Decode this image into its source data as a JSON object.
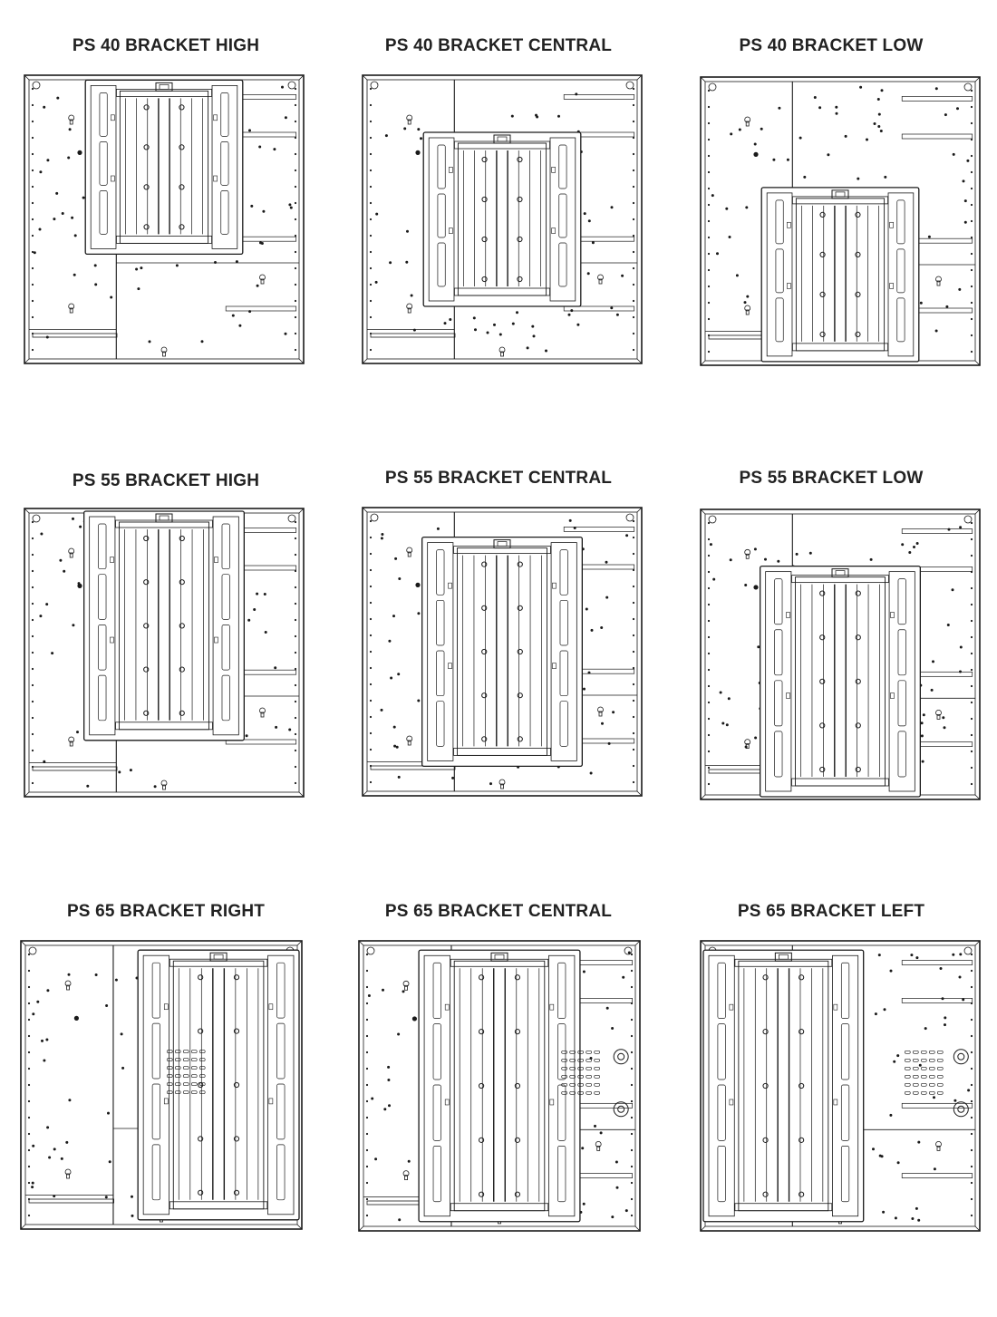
{
  "grid": {
    "panels": [
      {
        "title": "PS 40 BRACKET HIGH",
        "model": "PS 40",
        "position": "high",
        "size": "s",
        "bx": 0.5,
        "by": 0.05
      },
      {
        "title": "PS 40 BRACKET CENTRAL",
        "model": "PS 40",
        "position": "central",
        "size": "s",
        "bx": 0.5,
        "by": 0.5
      },
      {
        "title": "PS 40 BRACKET LOW",
        "model": "PS 40",
        "position": "low",
        "size": "s",
        "bx": 0.5,
        "by": 0.96
      },
      {
        "title": "PS 55 BRACKET HIGH",
        "model": "PS 55",
        "position": "high",
        "size": "m",
        "bx": 0.5,
        "by": 0.05
      },
      {
        "title": "PS 55 BRACKET CENTRAL",
        "model": "PS 55",
        "position": "central",
        "size": "m",
        "bx": 0.5,
        "by": 0.5
      },
      {
        "title": "PS 55 BRACKET LOW",
        "model": "PS 55",
        "position": "low",
        "size": "m",
        "bx": 0.5,
        "by": 0.97
      },
      {
        "title": "PS 65 BRACKET RIGHT",
        "model": "PS 65",
        "position": "right",
        "size": "l",
        "bx": 0.85,
        "by": 0.5
      },
      {
        "title": "PS 65 BRACKET CENTRAL",
        "model": "PS 65",
        "position": "central",
        "size": "l",
        "bx": 0.5,
        "by": 0.5
      },
      {
        "title": "PS 65 BRACKET LEFT",
        "model": "PS 65",
        "position": "left",
        "size": "l",
        "bx": 0.15,
        "by": 0.5
      }
    ]
  },
  "colors": {
    "line": "#1a1a1a",
    "background": "#ffffff"
  }
}
